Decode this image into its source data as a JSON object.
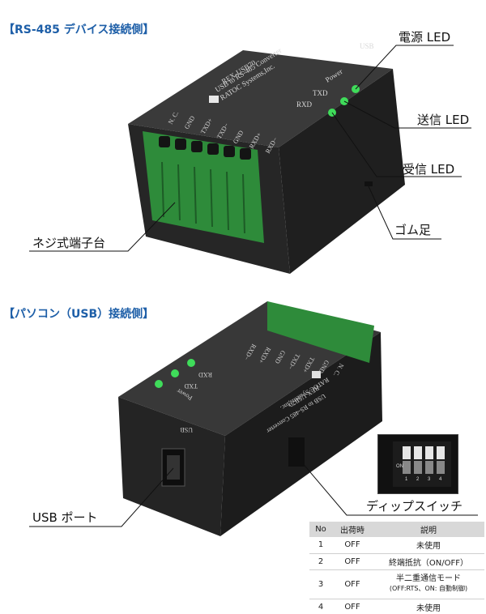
{
  "top": {
    "heading": "【RS-485 デバイス接続側】",
    "callouts": {
      "power_led": "電源 LED",
      "tx_led": "送信 LED",
      "rx_led": "受信 LED",
      "rubber_feet": "ゴム足",
      "terminal_block": "ネジ式端子台"
    },
    "device_label": {
      "model": "REX-USB70",
      "subtitle": "USB to RS-485 Converter",
      "brand": "RATOC Systems,Inc.",
      "usb": "USB",
      "power": "Power",
      "txd": "TXD",
      "rxd": "RXD",
      "pins": [
        "N. C.",
        "GND",
        "TXD+",
        "TXD−",
        "GND",
        "RXD+",
        "RXD−"
      ]
    }
  },
  "bottom": {
    "heading": "【パソコン（USB）接続側】",
    "callouts": {
      "usb_port": "USB ポート",
      "dip_switch": "ディップスイッチ"
    },
    "dip_photo": {
      "on": "ON",
      "numbers": [
        "1",
        "2",
        "3",
        "4"
      ]
    },
    "table": {
      "headers": [
        "No",
        "出荷時",
        "説明"
      ],
      "rows": [
        {
          "no": "1",
          "default": "OFF",
          "desc": "未使用",
          "desc_sub": ""
        },
        {
          "no": "2",
          "default": "OFF",
          "desc": "終端抵抗（ON/OFF）",
          "desc_sub": ""
        },
        {
          "no": "3",
          "default": "OFF",
          "desc": "半二重通信モード",
          "desc_sub": "(OFF:RTS、ON: 自動制御)"
        },
        {
          "no": "4",
          "default": "OFF",
          "desc": "未使用",
          "desc_sub": ""
        }
      ]
    }
  },
  "colors": {
    "heading": "#1e5fa8",
    "case": "#2b2b2b",
    "terminal": "#2e8b3a",
    "led": "#3fdc5a"
  }
}
